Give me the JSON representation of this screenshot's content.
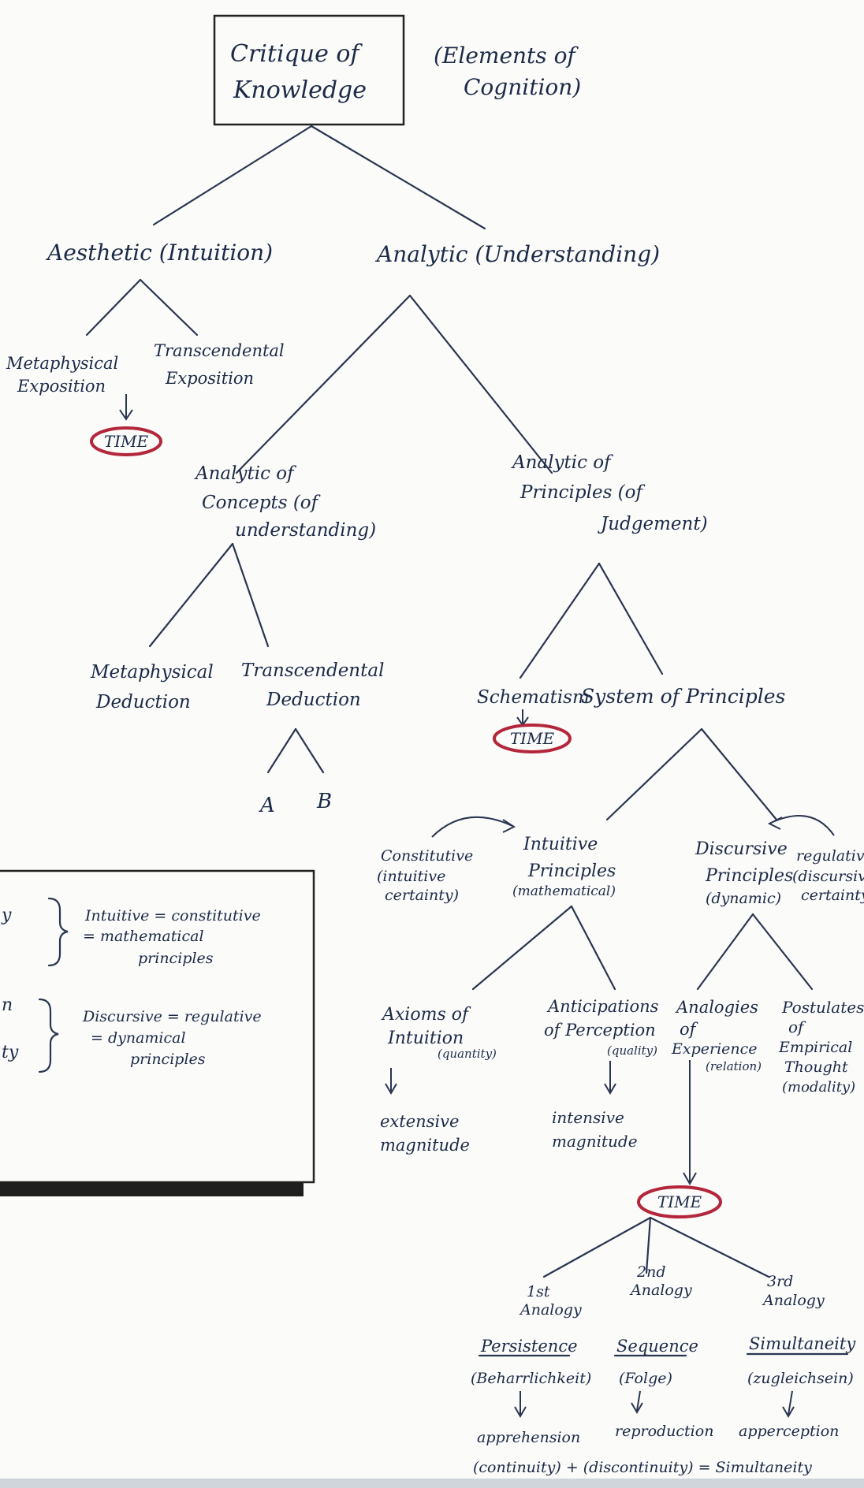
{
  "root": {
    "title_line1": "Critique of",
    "title_line2": "Knowledge",
    "aside_line1": "(Elements of",
    "aside_line2": "Cognition)"
  },
  "level1": {
    "aesthetic": "Aesthetic (Intuition)",
    "analytic": "Analytic (Understanding)"
  },
  "aesthetic_children": {
    "meta_line1": "Metaphysical",
    "meta_line2": "Exposition",
    "trans_line1": "Transcendental",
    "trans_line2": "Exposition",
    "time": "TIME"
  },
  "analytic_children": {
    "concepts_line1": "Analytic of",
    "concepts_line2": "Concepts (of",
    "concepts_line3": "understanding)",
    "principles_line1": "Analytic of",
    "principles_line2": "Principles (of",
    "principles_line3": "Judgement)"
  },
  "concepts_children": {
    "meta_line1": "Metaphysical",
    "meta_line2": "Deduction",
    "trans_line1": "Transcendental",
    "trans_line2": "Deduction",
    "a": "A",
    "b": "B"
  },
  "principles_children": {
    "schematism": "Schematism",
    "time": "TIME",
    "system": "System of Principles"
  },
  "system_children": {
    "constitutive_line1": "Constitutive",
    "constitutive_line2": "(intuitive",
    "constitutive_line3": "certainty)",
    "intuitive_line1": "Intuitive",
    "intuitive_line2": "Principles",
    "intuitive_line3": "(mathematical)",
    "discursive_line1": "Discursive",
    "discursive_line2": "Principles",
    "discursive_line3": "(dynamic)",
    "regulative_line1": "regulative",
    "regulative_line2": "(discursive",
    "regulative_line3": "certainty)"
  },
  "principle_types": {
    "axioms_line1": "Axioms of",
    "axioms_line2": "Intuition",
    "axioms_line3": "(quantity)",
    "axioms_result_line1": "extensive",
    "axioms_result_line2": "magnitude",
    "anticipations_line1": "Anticipations",
    "anticipations_line2": "of Perception",
    "anticipations_line3": "(quality)",
    "anticipations_result_line1": "intensive",
    "anticipations_result_line2": "magnitude",
    "analogies_line1": "Analogies",
    "analogies_line2": "of",
    "analogies_line3": "Experience",
    "analogies_line4": "(relation)",
    "postulates_line1": "Postulates",
    "postulates_line2": "of",
    "postulates_line3": "Empirical",
    "postulates_line4": "Thought",
    "postulates_line5": "(modality)",
    "time": "TIME"
  },
  "analogies": {
    "first_line1": "1st",
    "first_line2": "Analogy",
    "first_name": "Persistence",
    "first_german": "(Beharrlichkeit)",
    "first_result": "apprehension",
    "second_line1": "2nd",
    "second_line2": "Analogy",
    "second_name": "Sequence",
    "second_german": "(Folge)",
    "second_result": "reproduction",
    "third_line1": "3rd",
    "third_line2": "Analogy",
    "third_name": "Simultaneity",
    "third_german": "(zugleichsein)",
    "third_result": "apperception",
    "equation": "(continuity) + (discontinuity) = Simultaneity"
  },
  "legend": {
    "top_line1": "Intuitive = constitutive",
    "top_line2": "= mathematical",
    "top_line3": "principles",
    "bottom_line1": "Discursive = regulative",
    "bottom_line2": "= dynamical",
    "bottom_line3": "principles",
    "partial_top1": "y",
    "partial_bottom1": "n",
    "partial_bottom2": "ty"
  },
  "colors": {
    "ink": "#1c2a47",
    "time_circle": "#b3263c"
  }
}
